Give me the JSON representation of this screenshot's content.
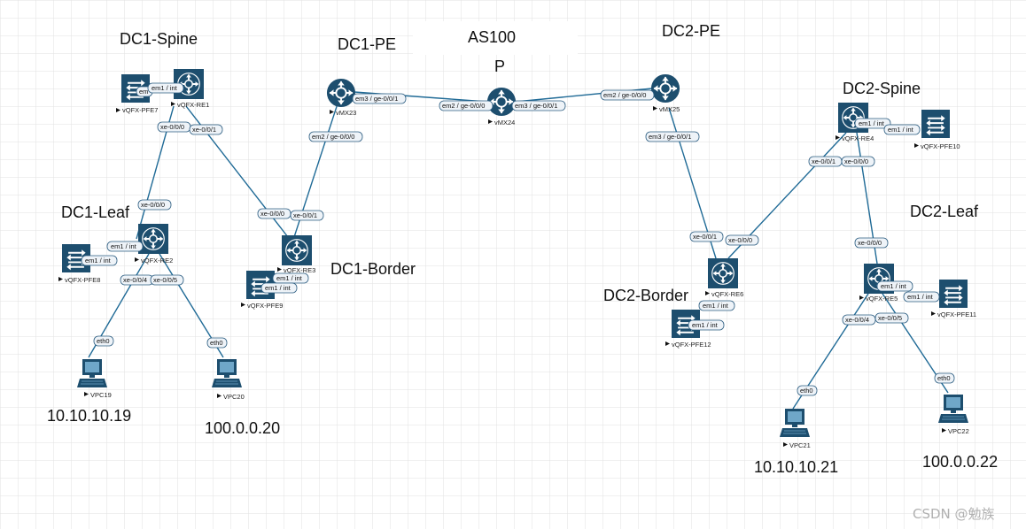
{
  "title": "AS100",
  "regions": {
    "dc1_spine": "DC1-Spine",
    "dc1_pe": "DC1-PE",
    "p": "P",
    "dc2_pe": "DC2-PE",
    "dc2_spine": "DC2-Spine",
    "dc1_leaf": "DC1-Leaf",
    "dc1_border": "DC1-Border",
    "dc2_border": "DC2-Border",
    "dc2_leaf": "DC2-Leaf"
  },
  "ips": {
    "vpc19": "10.10.10.19",
    "vpc20": "100.0.0.20",
    "vpc21": "10.10.10.21",
    "vpc22": "100.0.0.22"
  },
  "nodes": {
    "vqfx_pfe7": "vQFX-PFE7",
    "vqfx_re1": "vQFX-RE1",
    "vmx23": "vMX23",
    "vmx24": "vMX24",
    "vmx25": "vMX25",
    "vqfx_re4": "vQFX-RE4",
    "vqfx_pfe10": "vQFX-PFE10",
    "vqfx_re2": "vQFX-RE2",
    "vqfx_pfe8": "vQFX-PFE8",
    "vqfx_re3": "vQFX-RE3",
    "vqfx_pfe9": "vQFX-PFE9",
    "vqfx_re6": "vQFX-RE6",
    "vqfx_pfe12": "vQFX-PFE12",
    "vqfx_re5": "vQFX-RE5",
    "vqfx_pfe11": "vQFX-PFE11",
    "vpc19": "VPC19",
    "vpc20": "VPC20",
    "vpc21": "VPC21",
    "vpc22": "VPC22"
  },
  "ports": {
    "re1_pfe7_a": "em",
    "re1_pfe7_b": "em1 / int",
    "re1_xe000": "xe-0/0/0",
    "re1_xe001": "xe-0/0/1",
    "re2_xe000": "xe-0/0/0",
    "re2_em1": "em1 / int",
    "pfe8_em1": "em1 / int",
    "re2_xe004": "xe-0/0/4",
    "re2_xe005": "xe-0/0/5",
    "vpc19_eth0": "eth0",
    "vpc20_eth0": "eth0",
    "re3_xe000": "xe-0/0/0",
    "re3_xe001": "xe-0/0/1",
    "re3_em1": "em1 / int",
    "pfe9_em1": "em1 / int",
    "vmx23_em3": "em3 / ge-0/0/1",
    "vmx23_em2": "em2 / ge-0/0/0",
    "vmx24_em2": "em2 / ge-0/0/0",
    "vmx24_em3": "em3 / ge-0/0/1",
    "vmx25_em2": "em2 / ge-0/0/0",
    "vmx25_em3": "em3 / ge-0/0/1",
    "re4_em1": "em1 / int",
    "pfe10_em1": "em1 / int",
    "re4_xe001": "xe-0/0/1",
    "re4_xe000": "xe-0/0/0",
    "re6_xe001": "xe-0/0/1",
    "re6_xe000": "xe-0/0/0",
    "re6_em1": "em1 / int",
    "pfe12_em1": "em1 / int",
    "re5_xe000": "xe-0/0/0",
    "re5_em1": "em1 / int",
    "pfe11_em1": "em1 / int",
    "re5_xe004": "xe-0/0/4",
    "re5_xe005": "xe-0/0/5",
    "vpc21_eth0": "eth0",
    "vpc22_eth0": "eth0"
  },
  "watermark": "CSDN @勉族",
  "colors": {
    "link": "#1f6a96",
    "device": "#1d4e6e",
    "grid": "#e2e2e2"
  }
}
